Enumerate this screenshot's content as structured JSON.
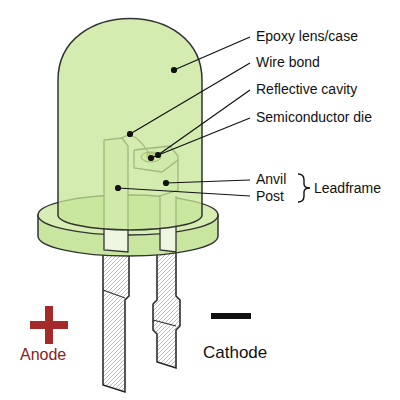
{
  "diagram": {
    "labels": [
      "Epoxy lens/case",
      "Wire bond",
      "Reflective cavity",
      "Semiconductor die",
      "Anvil",
      "Post",
      "Leadframe",
      "Anode",
      "Cathode"
    ]
  }
}
